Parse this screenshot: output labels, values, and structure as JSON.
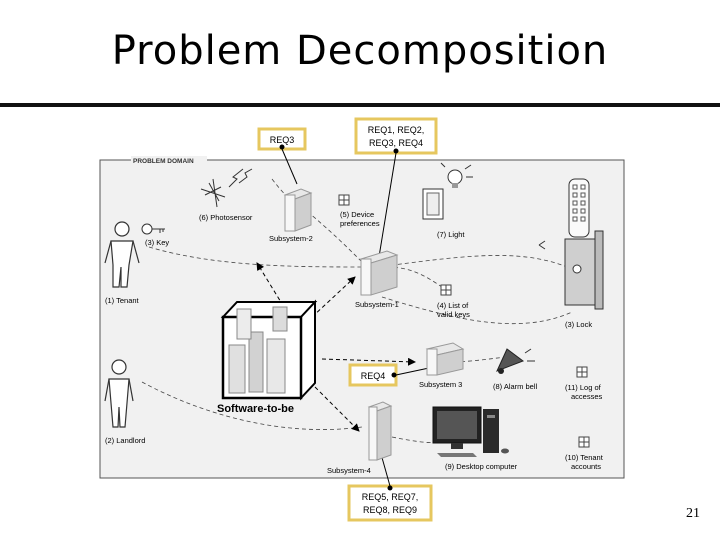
{
  "slide": {
    "title": "Problem Decomposition",
    "page_number": "21"
  },
  "diagram": {
    "domain_label": "PROBLEM DOMAIN",
    "requirements": {
      "req3": "REQ3",
      "req1234_line1": "REQ1, REQ2,",
      "req1234_line2": "REQ3, REQ4",
      "req4": "REQ4",
      "req5789_line1": "REQ5, REQ7,",
      "req5789_line2": "REQ8, REQ9"
    },
    "subsystems": {
      "s1": "Subsystem-1",
      "s2": "Subsystem-2",
      "s3": "Subsystem 3",
      "s4": "Subsystem-4"
    },
    "software_label": "Software-to-be",
    "labels": {
      "photosensor": "(6) Photosensor",
      "device_pref_1": "(5) Device",
      "device_pref_2": "preferences",
      "light": "(7) Light",
      "key": "(3) Key",
      "tenant": "(1) Tenant",
      "valid_keys_1": "(4) List of",
      "valid_keys_2": "valid keys",
      "lock": "(3) Lock",
      "alarm_bell": "(8) Alarm bell",
      "log_1": "(11) Log of",
      "log_2": "accesses",
      "landlord": "(2) Landlord",
      "desktop": "(9) Desktop computer",
      "accounts_1": "(10) Tenant",
      "accounts_2": "accounts"
    }
  }
}
